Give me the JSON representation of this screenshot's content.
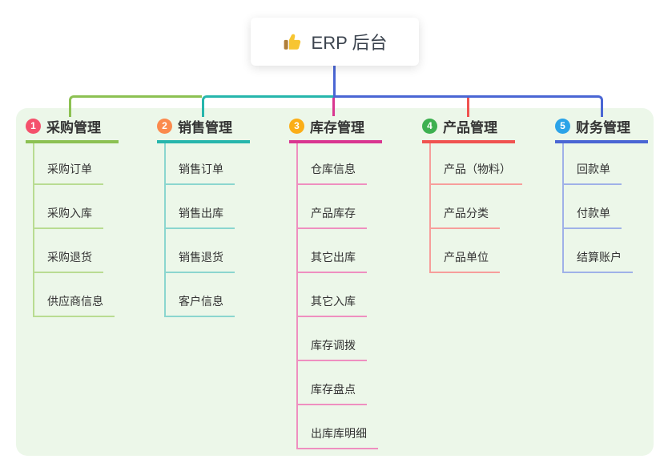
{
  "root": {
    "label": "ERP 后台",
    "icon": "thumbs-up-icon"
  },
  "colors": {
    "canvas_bg": "#ffffff",
    "panel_bg": "#ecf7e9",
    "root_connector": "#4a66d4",
    "node_text": "#333333",
    "root_text": "#3b434e"
  },
  "branches": [
    {
      "badge": "1",
      "label": "采购管理",
      "badge_color": "#f4516c",
      "line_color": "#8cc152",
      "child_line_color": "#b9dc92",
      "children": [
        "采购订单",
        "采购入库",
        "采购退货",
        "供应商信息"
      ]
    },
    {
      "badge": "2",
      "label": "销售管理",
      "badge_color": "#fb8a4d",
      "line_color": "#26b6ac",
      "child_line_color": "#8bd6cf",
      "children": [
        "销售订单",
        "销售出库",
        "销售退货",
        "客户信息"
      ]
    },
    {
      "badge": "3",
      "label": "库存管理",
      "badge_color": "#fbae17",
      "line_color": "#d93690",
      "child_line_color": "#ef8fc0",
      "children": [
        "仓库信息",
        "产品库存",
        "其它出库",
        "其它入库",
        "库存调拨",
        "库存盘点",
        "出库库明细"
      ]
    },
    {
      "badge": "4",
      "label": "产品管理",
      "badge_color": "#3db050",
      "line_color": "#f05350",
      "child_line_color": "#f79e9b",
      "children": [
        "产品（物料）",
        "产品分类",
        "产品单位"
      ]
    },
    {
      "badge": "5",
      "label": "财务管理",
      "badge_color": "#2ba3e8",
      "line_color": "#4a66d4",
      "child_line_color": "#9fb1e8",
      "children": [
        "回款单",
        "付款单",
        "结算账户"
      ]
    }
  ]
}
